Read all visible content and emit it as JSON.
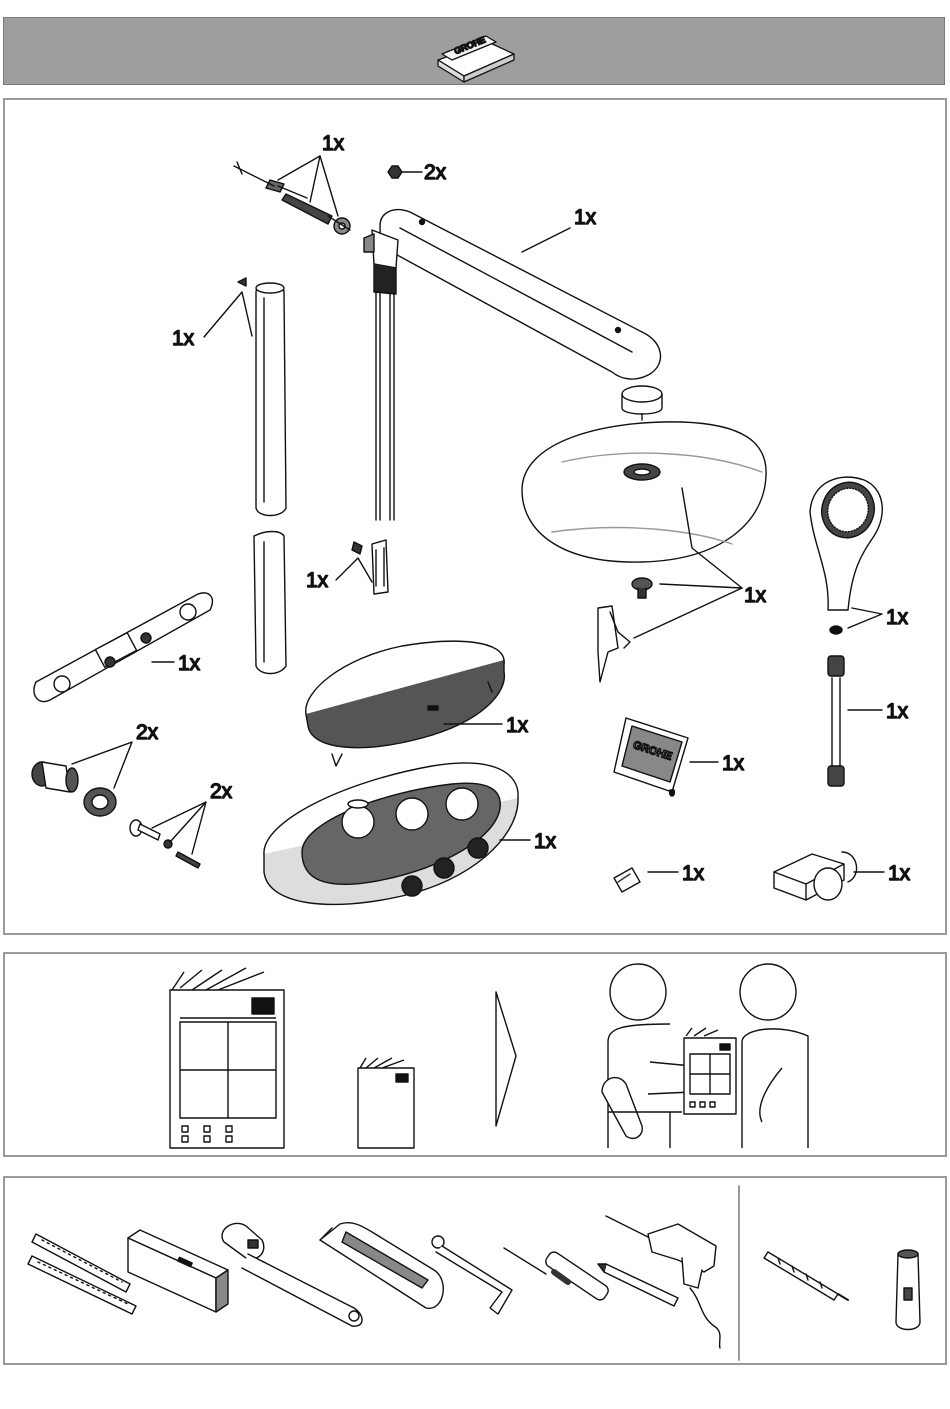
{
  "header": {
    "icon": "product-box-icon",
    "box_brand": "GROHE"
  },
  "parts": [
    {
      "name": "wall-screw-set",
      "qty": "1x"
    },
    {
      "name": "nut",
      "qty": "2x"
    },
    {
      "name": "shower-arm",
      "qty": "1x"
    },
    {
      "name": "grub-screw",
      "qty": "1x"
    },
    {
      "name": "riser-pipe",
      "qty": "1x"
    },
    {
      "name": "screw-pins",
      "qty": "1x"
    },
    {
      "name": "head-shower-accessories",
      "qty": "1x"
    },
    {
      "name": "hand-shower",
      "qty": "1x"
    },
    {
      "name": "wall-plate",
      "qty": "1x"
    },
    {
      "name": "shelf-cover",
      "qty": "1x"
    },
    {
      "name": "hose",
      "qty": "1x"
    },
    {
      "name": "eccentric-connectors",
      "qty": "2x"
    },
    {
      "name": "screws",
      "qty": "2x"
    },
    {
      "name": "grease-sachet",
      "qty": "1x"
    },
    {
      "name": "thermostat-body",
      "qty": "1x"
    },
    {
      "name": "clip",
      "qty": "1x"
    },
    {
      "name": "shower-holder",
      "qty": "1x"
    }
  ],
  "grease_brand": "GROHE",
  "colors": {
    "header_bar": "#9e9e9e",
    "frame": "#9a9a9a",
    "line": "#111111"
  },
  "docs": {
    "step_icon": "handover-arrow-icon"
  },
  "tools": [
    "folding-rule-icon",
    "spirit-level-icon",
    "adjustable-wrench-icon",
    "utility-knife-icon",
    "hex-key-icon",
    "screwdriver-icon",
    "pencil-icon",
    "drill-icon",
    "drill-bit-icon",
    "socket-wrench-icon"
  ]
}
